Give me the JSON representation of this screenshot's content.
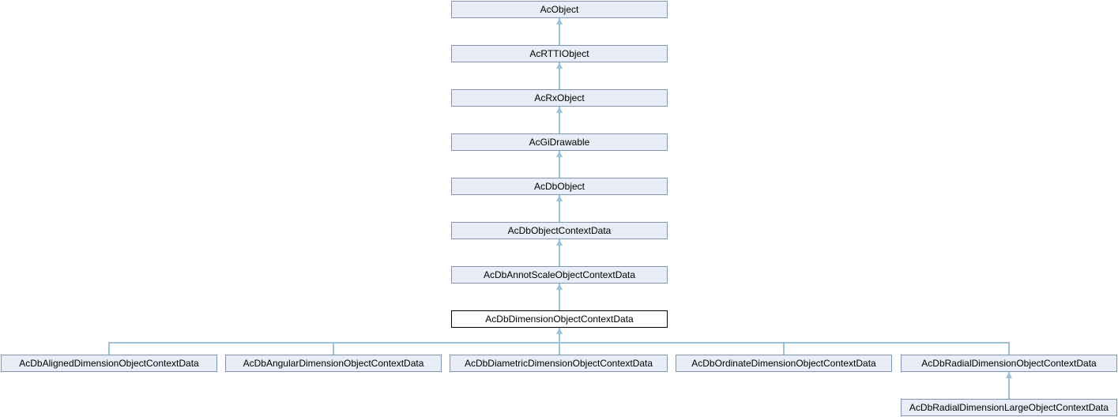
{
  "diagram": {
    "type": "class-inheritance",
    "current_class": "AcDbDimensionObjectContextData",
    "nodes": [
      {
        "label": "AcObject"
      },
      {
        "label": "AcRTTIObject"
      },
      {
        "label": "AcRxObject"
      },
      {
        "label": "AcGiDrawable"
      },
      {
        "label": "AcDbObject"
      },
      {
        "label": "AcDbObjectContextData"
      },
      {
        "label": "AcDbAnnotScaleObjectContextData"
      },
      {
        "label": "AcDbDimensionObjectContextData",
        "current": true
      },
      {
        "label": "AcDbAlignedDimensionObjectContextData"
      },
      {
        "label": "AcDbAngularDimensionObjectContextData"
      },
      {
        "label": "AcDbDiametricDimensionObjectContextData"
      },
      {
        "label": "AcDbOrdinateDimensionObjectContextData"
      },
      {
        "label": "AcDbRadialDimensionObjectContextData"
      },
      {
        "label": "AcDbRadialDimensionLargeObjectContextData"
      }
    ],
    "edges": [
      {
        "from": "AcRTTIObject",
        "to": "AcObject"
      },
      {
        "from": "AcRxObject",
        "to": "AcRTTIObject"
      },
      {
        "from": "AcGiDrawable",
        "to": "AcRxObject"
      },
      {
        "from": "AcDbObject",
        "to": "AcGiDrawable"
      },
      {
        "from": "AcDbObjectContextData",
        "to": "AcDbObject"
      },
      {
        "from": "AcDbAnnotScaleObjectContextData",
        "to": "AcDbObjectContextData"
      },
      {
        "from": "AcDbDimensionObjectContextData",
        "to": "AcDbAnnotScaleObjectContextData"
      },
      {
        "from": "AcDbAlignedDimensionObjectContextData",
        "to": "AcDbDimensionObjectContextData"
      },
      {
        "from": "AcDbAngularDimensionObjectContextData",
        "to": "AcDbDimensionObjectContextData"
      },
      {
        "from": "AcDbDiametricDimensionObjectContextData",
        "to": "AcDbDimensionObjectContextData"
      },
      {
        "from": "AcDbOrdinateDimensionObjectContextData",
        "to": "AcDbDimensionObjectContextData"
      },
      {
        "from": "AcDbRadialDimensionObjectContextData",
        "to": "AcDbDimensionObjectContextData"
      },
      {
        "from": "AcDbRadialDimensionLargeObjectContextData",
        "to": "AcDbRadialDimensionObjectContextData"
      }
    ]
  },
  "colors": {
    "node-fill": "#E9EDF6",
    "node-border": "#8093BE",
    "current-node-fill": "#FFFFFF",
    "current-node-border": "#000000",
    "edge": "#9AC2DC",
    "text": "#000000"
  }
}
